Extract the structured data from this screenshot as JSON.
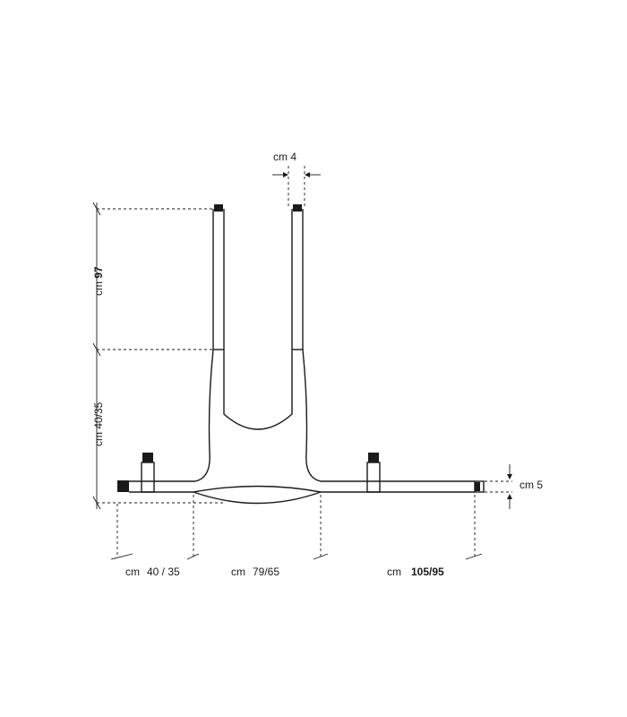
{
  "dimensions": {
    "tube_width": "cm 4",
    "upper_height_prefix": "cm",
    "upper_height_value": "97",
    "lower_height": "cm 40/35",
    "bottom_left_prefix": "cm",
    "bottom_left_value": "40 / 35",
    "bottom_center_prefix": "cm",
    "bottom_center_value": "79/65",
    "bottom_right_prefix": "cm",
    "bottom_right_value": "105/95",
    "right_side": "cm 5"
  },
  "colors": {
    "line": "#1a1a1a",
    "background": "#ffffff"
  }
}
